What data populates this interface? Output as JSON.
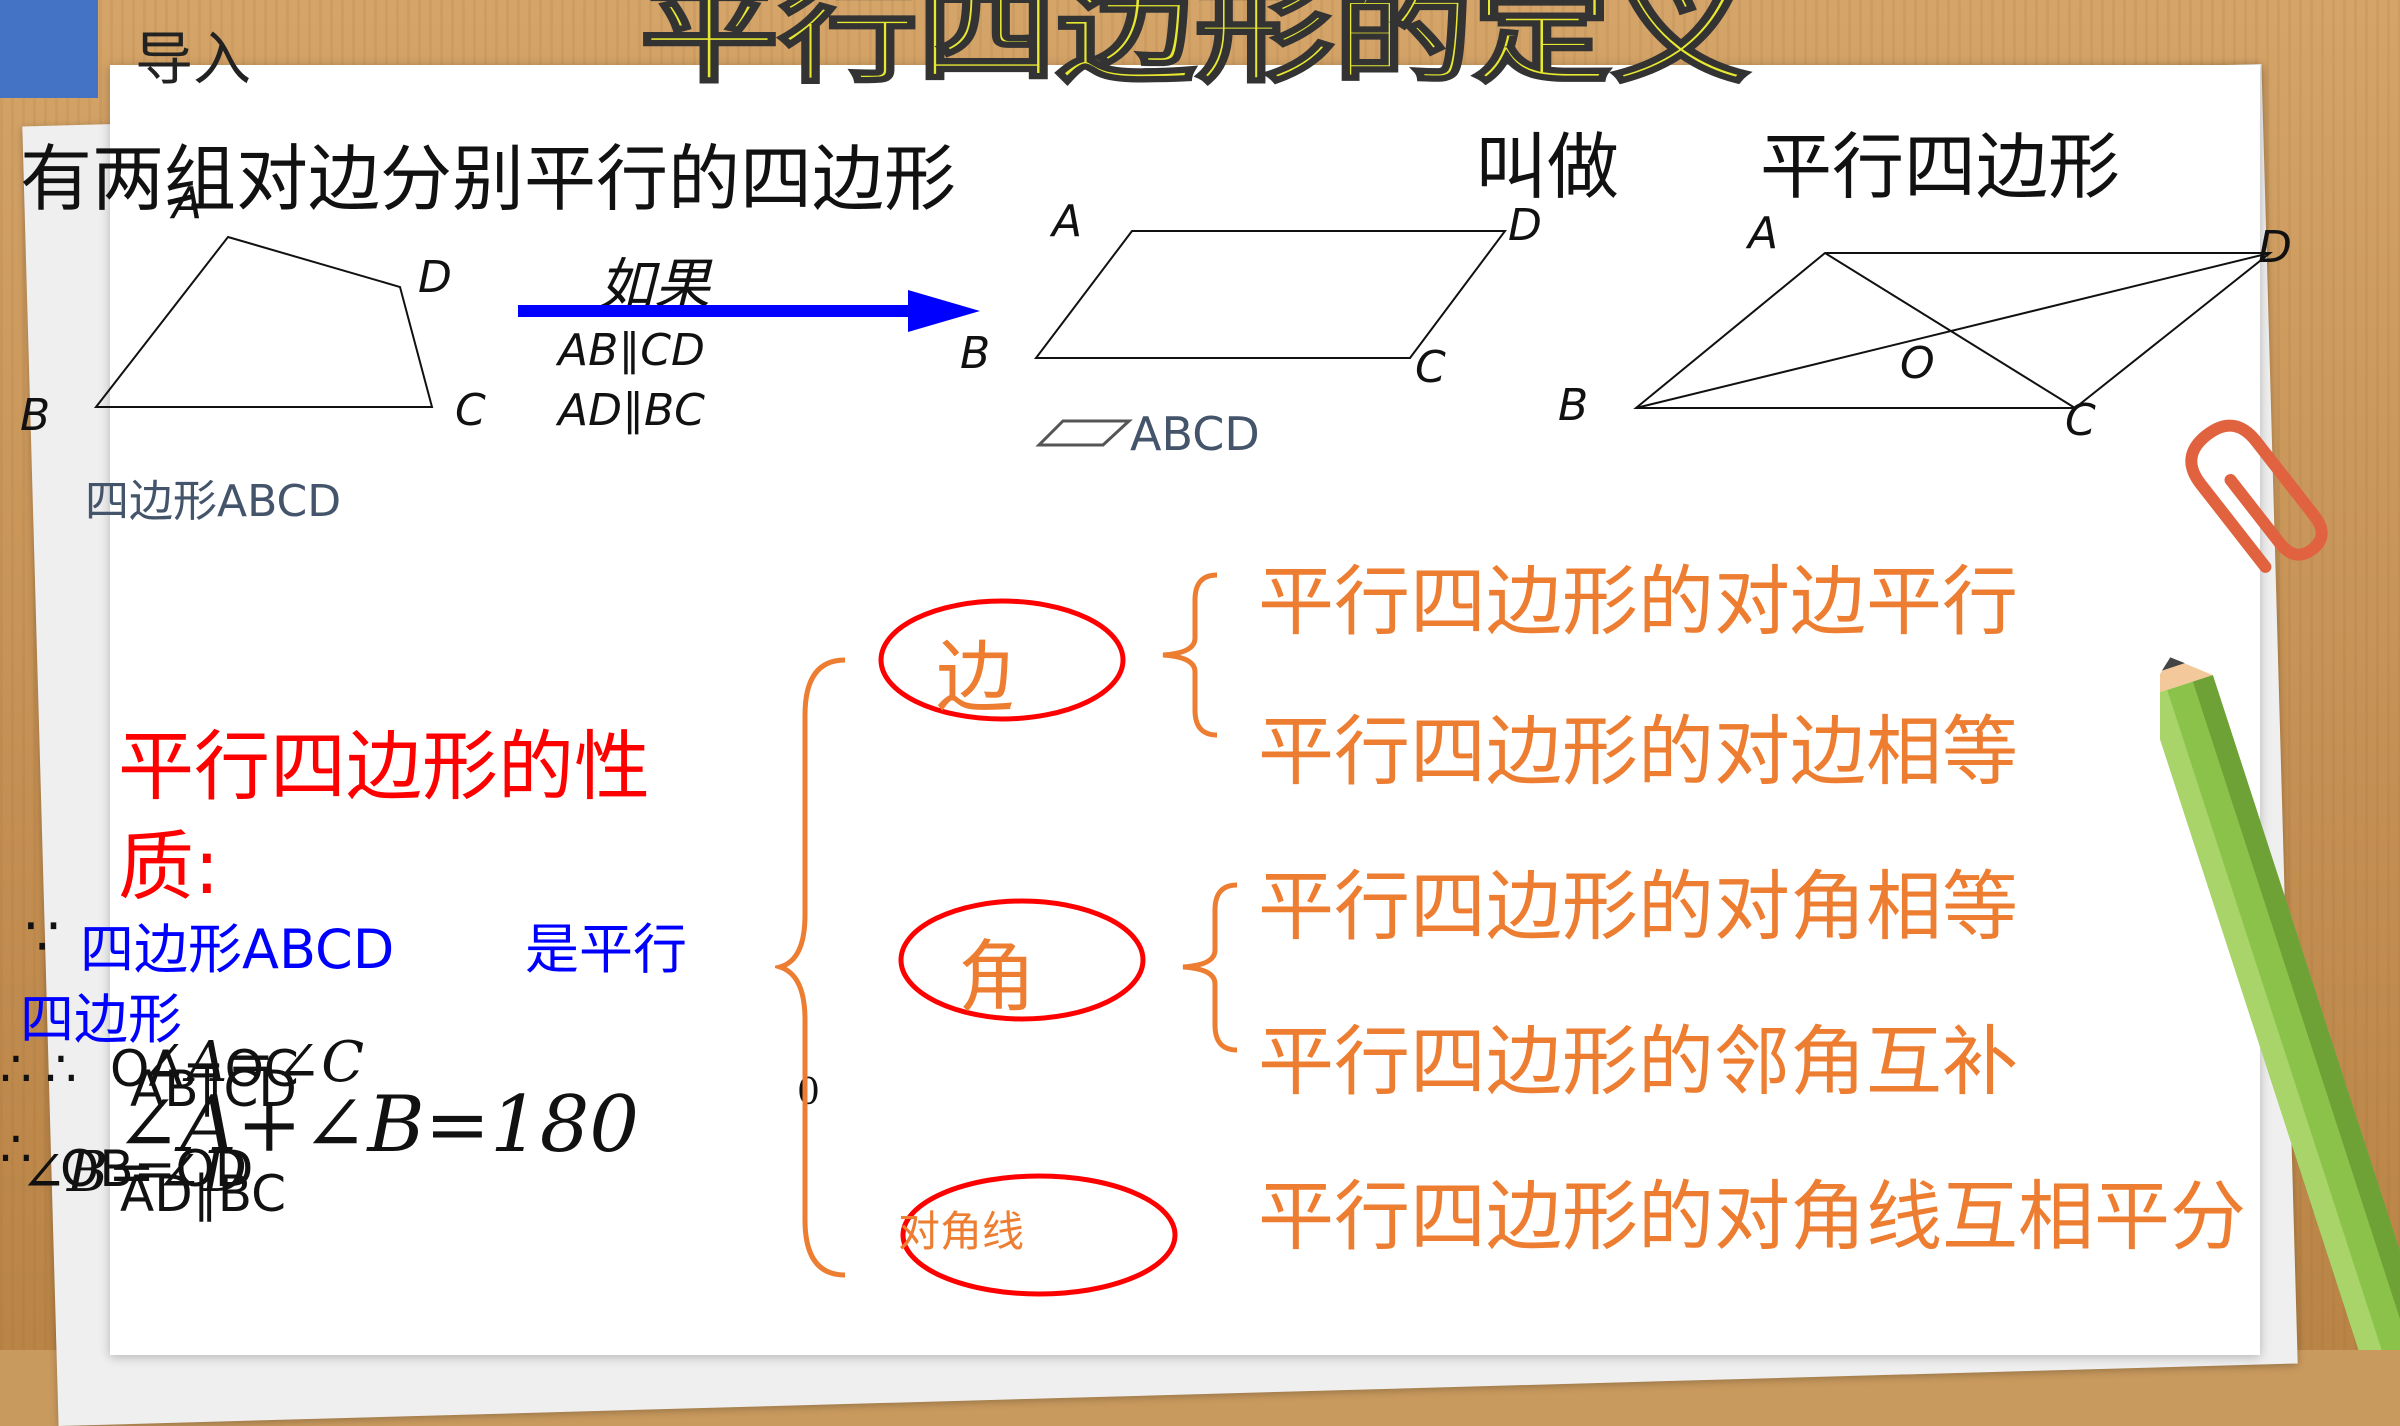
{
  "header": {
    "tag": "导入",
    "title": "平行四边形的定义"
  },
  "definition": {
    "part1": "有两组对边分别平行的四边形",
    "part2": "叫做",
    "part3": "平行四边形"
  },
  "figure1": {
    "labels": {
      "A": "A",
      "B": "B",
      "C": "C",
      "D": "D"
    },
    "caption": "四边形ABCD"
  },
  "arrow": {
    "label": "如果",
    "cond1": "AB∥CD",
    "cond2": "AD∥BC"
  },
  "figure2": {
    "labels": {
      "A": "A",
      "B": "B",
      "C": "C",
      "D": "D"
    },
    "caption": "ABCD"
  },
  "figure3": {
    "labels": {
      "A": "A",
      "B": "B",
      "C": "C",
      "D": "D",
      "O": "O"
    }
  },
  "properties": {
    "heading_line1": "平行四边形的性",
    "heading_line2": "质:",
    "because": "∵",
    "given_a": "四边形ABCD",
    "given_b": "是平行",
    "given_c": "四边形",
    "therefore": "∴",
    "overlap1": "AB∥CD",
    "overlap2": "AD∥BC",
    "overlap3": "OA=OC",
    "overlap4": "OB=OD",
    "overlap5": "∠A=∠C",
    "overlap6": "∠B=∠D",
    "equation": "∠A+∠B=180",
    "exponent": "0"
  },
  "categories": {
    "side": "边",
    "angle": "角",
    "diagonal": "对角线"
  },
  "statements": [
    "平行四边形的对边平行",
    "平行四边形的对边相等",
    "平行四边形的对角相等",
    "平行四边形的邻角互补",
    "平行四边形的对角线互相平分"
  ],
  "colors": {
    "orange": "#ed7d31",
    "red": "#ff0000",
    "blue": "#0000ff",
    "title_fill": "#e8e830",
    "caption_gray": "#44546a"
  }
}
